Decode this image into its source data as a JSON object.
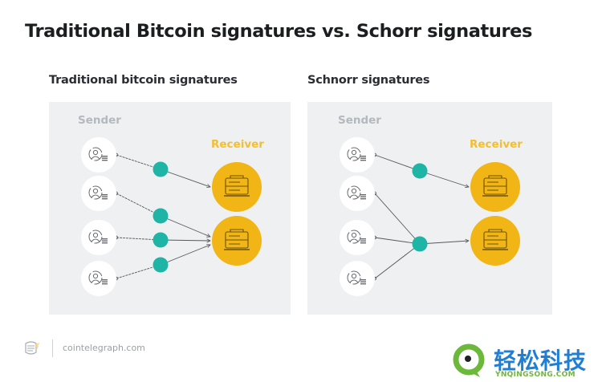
{
  "title": "Traditional Bitcoin signatures vs. Schorr signatures",
  "panels": [
    {
      "heading": "Traditional bitcoin signatures",
      "sender_label": "Sender",
      "receiver_label": "Receiver",
      "senders": 4,
      "receivers": 2,
      "signature_nodes": 4,
      "flows": [
        {
          "from": "sender-1",
          "via": "signature-1",
          "to": "receiver-1"
        },
        {
          "from": "sender-2",
          "via": "signature-2",
          "to": "receiver-2"
        },
        {
          "from": "sender-3",
          "via": "signature-3",
          "to": "receiver-2"
        },
        {
          "from": "sender-4",
          "via": "signature-4",
          "to": "receiver-2"
        }
      ]
    },
    {
      "heading": "Schnorr signatures",
      "sender_label": "Sender",
      "receiver_label": "Receiver",
      "senders": 4,
      "receivers": 2,
      "signature_nodes": 2,
      "flows": [
        {
          "from": "sender-1",
          "via": "signature-1",
          "to": "receiver-1"
        },
        {
          "from": "sender-2",
          "via": "signature-2",
          "to": "receiver-2"
        },
        {
          "from": "sender-3",
          "via": "signature-2",
          "to": "receiver-2"
        },
        {
          "from": "sender-4",
          "via": "signature-2",
          "to": "receiver-2"
        }
      ]
    }
  ],
  "icons": {
    "sender": "user-wallet-icon",
    "receiver": "wallet-icon",
    "signature": "signature-dot"
  },
  "colors": {
    "signature": "#1fb5a6",
    "receiver": "#f2b516",
    "receiver_label": "#f2be32",
    "sender_label": "#b4b9be",
    "panel_bg": "#eef0f1",
    "sender_bg": "#ffffff",
    "watermark_blue": "#1f7fd4",
    "watermark_green": "#6cb83a"
  },
  "footer": {
    "site": "cointelegraph.com"
  },
  "watermark": {
    "text": "轻松科技",
    "sub": "YNQINGSONG.COM"
  }
}
